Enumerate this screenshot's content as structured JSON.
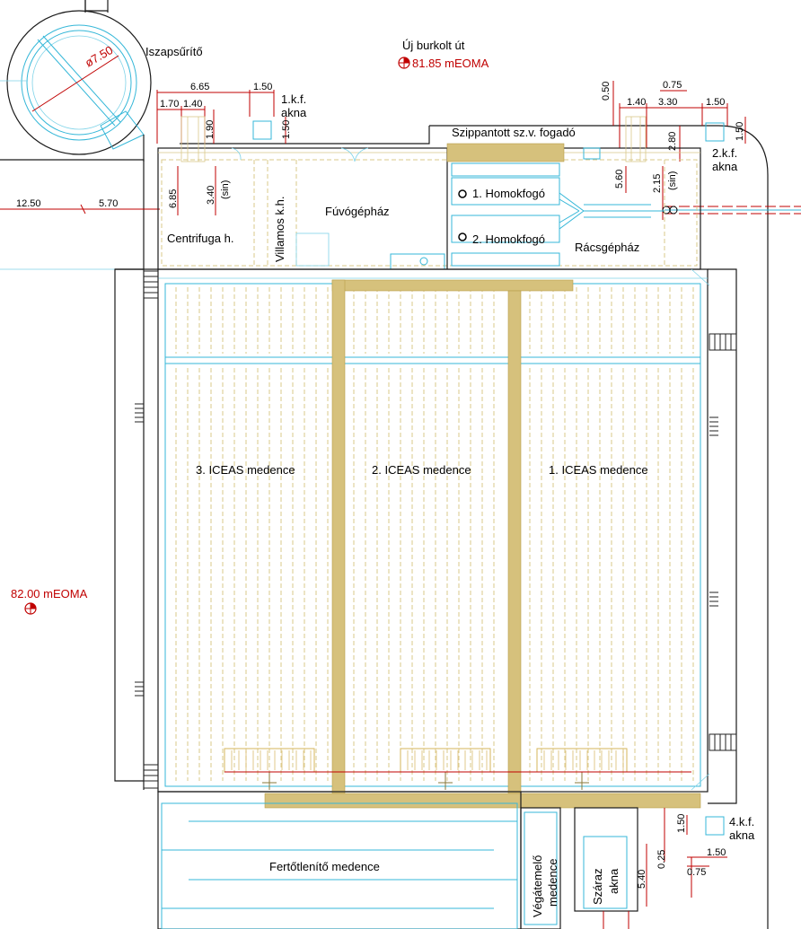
{
  "labels": {
    "thickener": "Iszapsűrítő",
    "thickener_dia": "ø7.50",
    "new_road": "Új burkolt út",
    "elev_top": "81.85 mEOMA",
    "elev_left": "82.00 mEOMA",
    "shaft1_a": "1.k.f.",
    "shaft1_b": "akna",
    "shaft2_a": "2.k.f.",
    "shaft2_b": "akna",
    "shaft4_a": "4.k.f.",
    "shaft4_b": "akna",
    "septage": "Szippantott sz.v. fogadó",
    "centrifuge": "Centrifuga h.",
    "electric": "Villamos k.h.",
    "blower": "Fúvógépház",
    "grit1": "1. Homokfogó",
    "grit2": "2. Homokfogó",
    "screen": "Rácsgépház",
    "basin3": "3. ICEAS medence",
    "basin2": "2. ICEAS medence",
    "basin1": "1. ICEAS medence",
    "disinfection": "Fertőtlenítő medence",
    "final_pump_a": "Végátemelő",
    "final_pump_b": "medence",
    "dry_shaft_a": "Száraz",
    "dry_shaft_b": "akna"
  },
  "dimensions": {
    "d665": "6.65",
    "d150a": "1.50",
    "d170": "1.70",
    "d140a": "1.40",
    "d190": "1.90",
    "d150b": "1.50",
    "d685": "6.85",
    "d340": "3.40",
    "sin1": "(sin)",
    "d1250": "12.50",
    "d570": "5.70",
    "d050": "0.50",
    "d140b": "1.40",
    "d075a": "0.75",
    "d330": "3.30",
    "d150c": "1.50",
    "d150d": "1.50",
    "d280": "2.80",
    "d560": "5.60",
    "d215": "2.15",
    "sin2": "(sin)",
    "d150e": "1.50",
    "d025": "0.25",
    "d150f": "1.50",
    "d075b": "0.75",
    "d540": "5.40"
  },
  "colors": {
    "structure": "#1a1a1a",
    "pipework": "#35b7d8",
    "dimension": "#c00000",
    "corridor": "#d6c17c"
  }
}
